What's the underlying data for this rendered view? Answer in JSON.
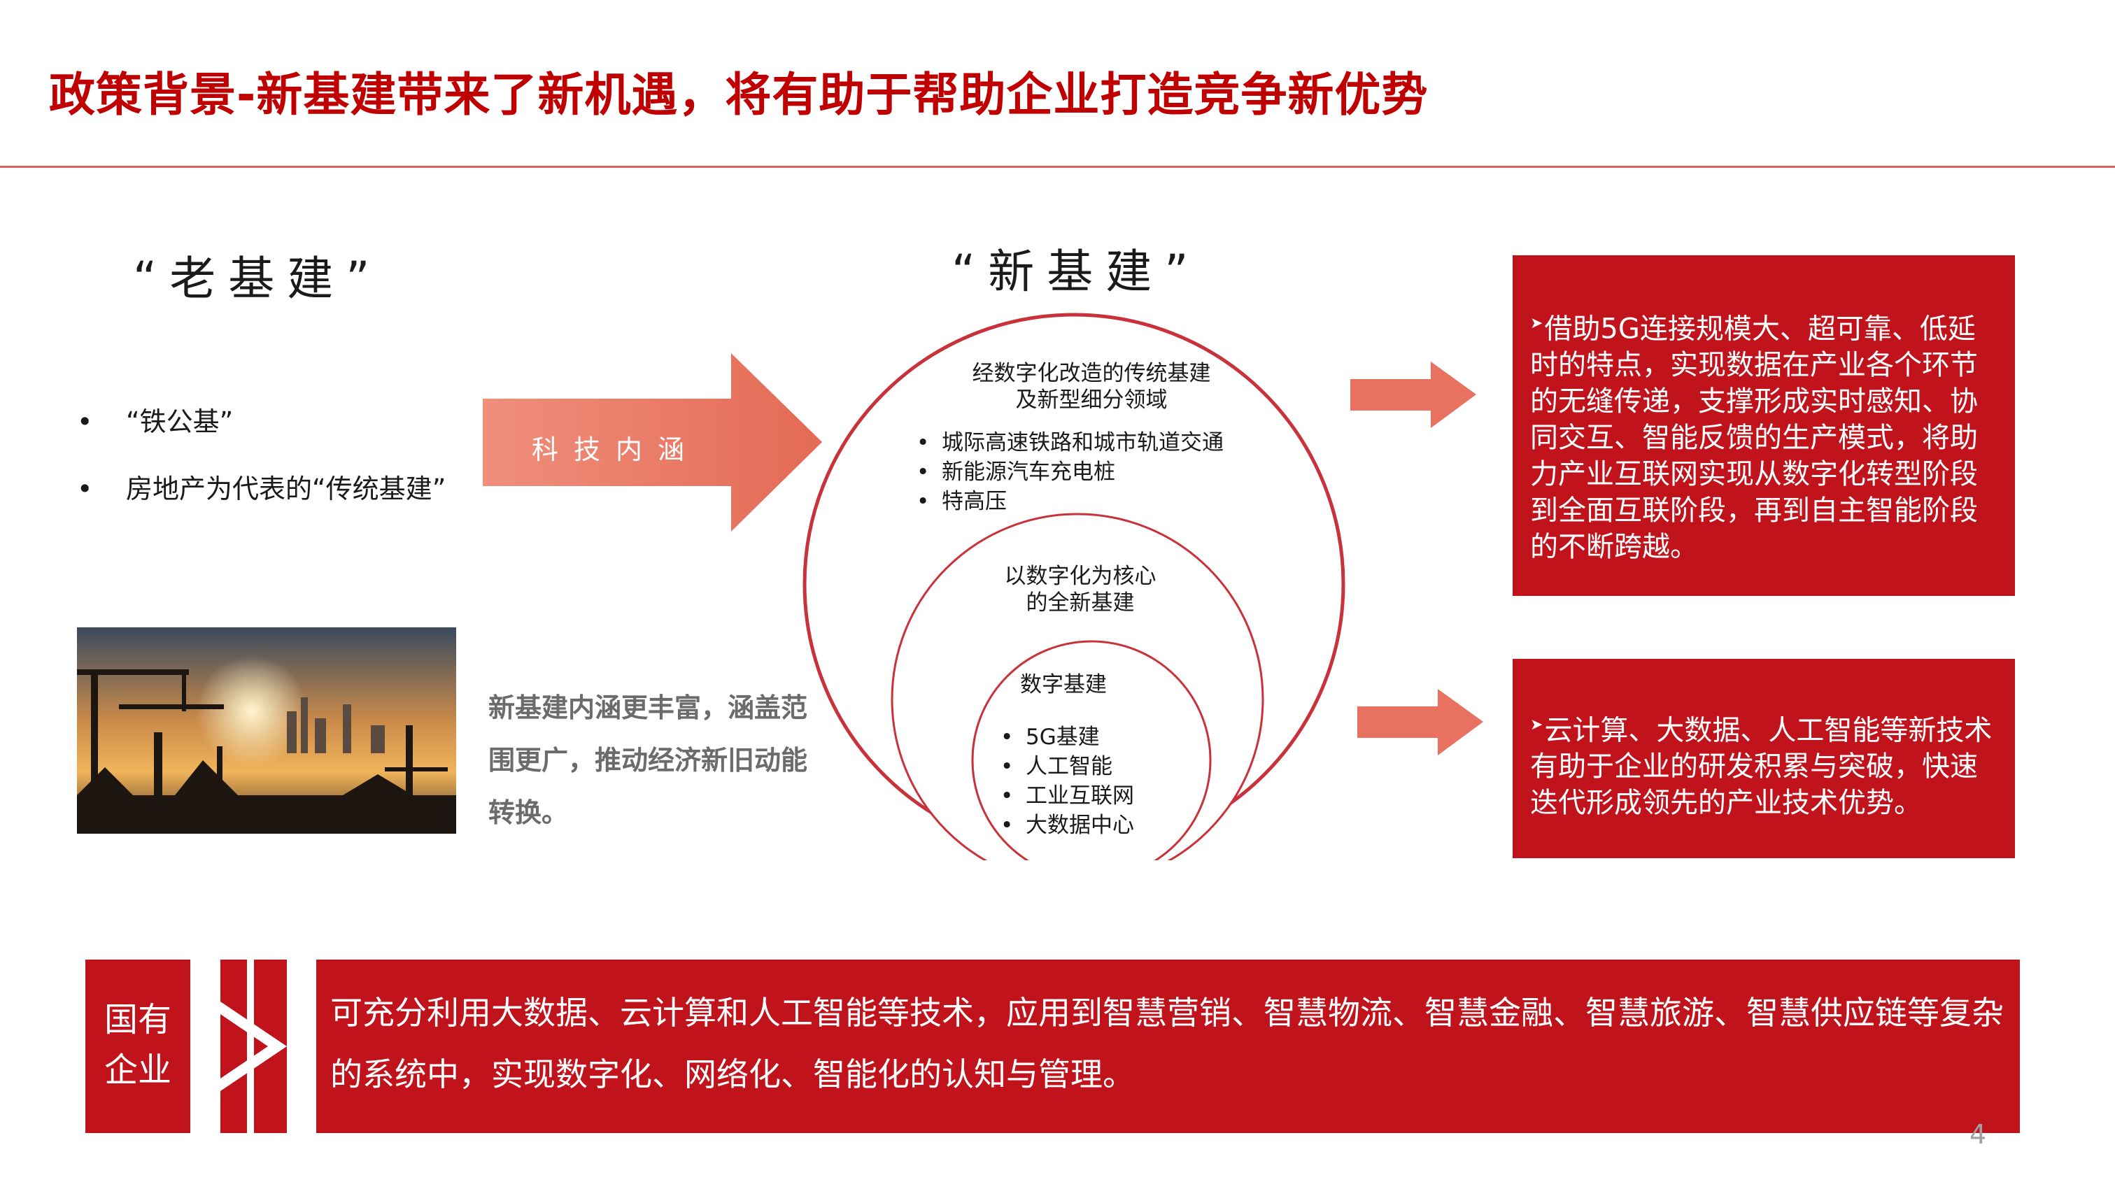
{
  "title": "政策背景-新基建带来了新机遇，将有助于帮助企业打造竞争新优势",
  "old_infra": {
    "heading": "“老基建”",
    "bullets": [
      "“铁公基”",
      "房地产为代表的“传统基建”"
    ]
  },
  "arrow_label": "科技内涵",
  "photo": {
    "caption": "新基建内涵更丰富，涵盖范围更广，推动经济新旧动能转换。"
  },
  "new_infra": {
    "heading": "“新基建”",
    "outer": {
      "title_line1": "经数字化改造的传统基建",
      "title_line2": "及新型细分领域",
      "items": [
        "城际高速铁路和城市轨道交通",
        "新能源汽车充电桩",
        "特高压"
      ]
    },
    "middle": {
      "title_line1": "以数字化为核心",
      "title_line2": "的全新基建"
    },
    "inner": {
      "title": "数字基建",
      "items": [
        "5G基建",
        "人工智能",
        "工业互联网",
        "大数据中心"
      ]
    }
  },
  "right_boxes": [
    {
      "text": "借助5G连接规模大、超可靠、低延时的特点，实现数据在产业各个环节的无缝传递，支撑形成实时感知、协同交互、智能反馈的生产模式，将助力产业互联网实现从数字化转型阶段到全面互联阶段，再到自主智能阶段的不断跨越。"
    },
    {
      "text": "云计算、大数据、人工智能等新技术有助于企业的研发积累与突破，快速迭代形成领先的产业技术优势。"
    }
  ],
  "bottom": {
    "label_line1": "国有",
    "label_line2": "企业",
    "text": "可充分利用大数据、云计算和人工智能等技术，应用到智慧营销、智慧物流、智慧金融、智慧旅游、智慧供应链等复杂的系统中，实现数字化、网络化、智能化的认知与管理。"
  },
  "page_number": "4",
  "colors": {
    "primary_red": "#c00000",
    "box_red": "#c0131c",
    "arrow_salmon": "#e8725f",
    "circle_red": "#c8323a",
    "caption_gray": "#6b6b6b"
  },
  "icons": [
    "arrow-right-icon",
    "chevron-right-icon",
    "construction-photo"
  ]
}
